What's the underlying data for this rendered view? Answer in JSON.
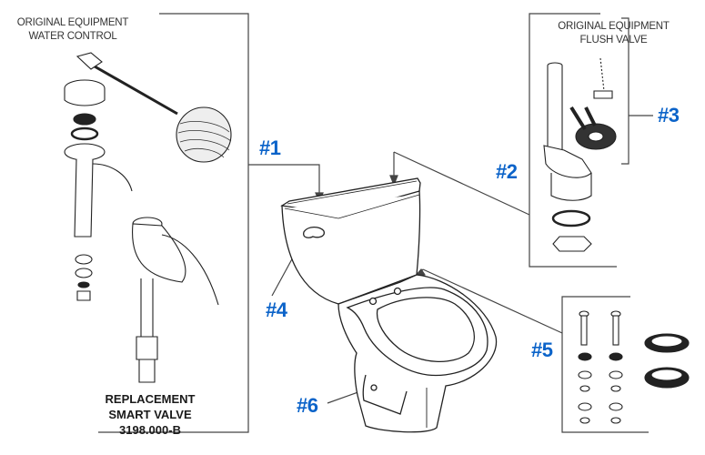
{
  "diagram": {
    "colors": {
      "callout": "#0b63c9",
      "line": "#444444",
      "text": "#333333"
    },
    "water_control": {
      "line1": "ORIGINAL EQUIPMENT",
      "line2": "WATER CONTROL"
    },
    "flush_valve": {
      "line1": "ORIGINAL EQUIPMENT",
      "line2": "FLUSH VALVE"
    },
    "replacement": {
      "line1": "REPLACEMENT",
      "line2": "SMART VALVE",
      "line3": "3198.000-B"
    },
    "callouts": [
      {
        "id": "1",
        "label": "#1",
        "target": "tank / water control"
      },
      {
        "id": "2",
        "label": "#2",
        "target": "flush valve"
      },
      {
        "id": "3",
        "label": "#3",
        "target": "flapper & chain"
      },
      {
        "id": "4",
        "label": "#4",
        "target": "trip lever"
      },
      {
        "id": "5",
        "label": "#5",
        "target": "tank-to-bowl bolts & gaskets"
      },
      {
        "id": "6",
        "label": "#6",
        "target": "bolt caps"
      }
    ]
  }
}
